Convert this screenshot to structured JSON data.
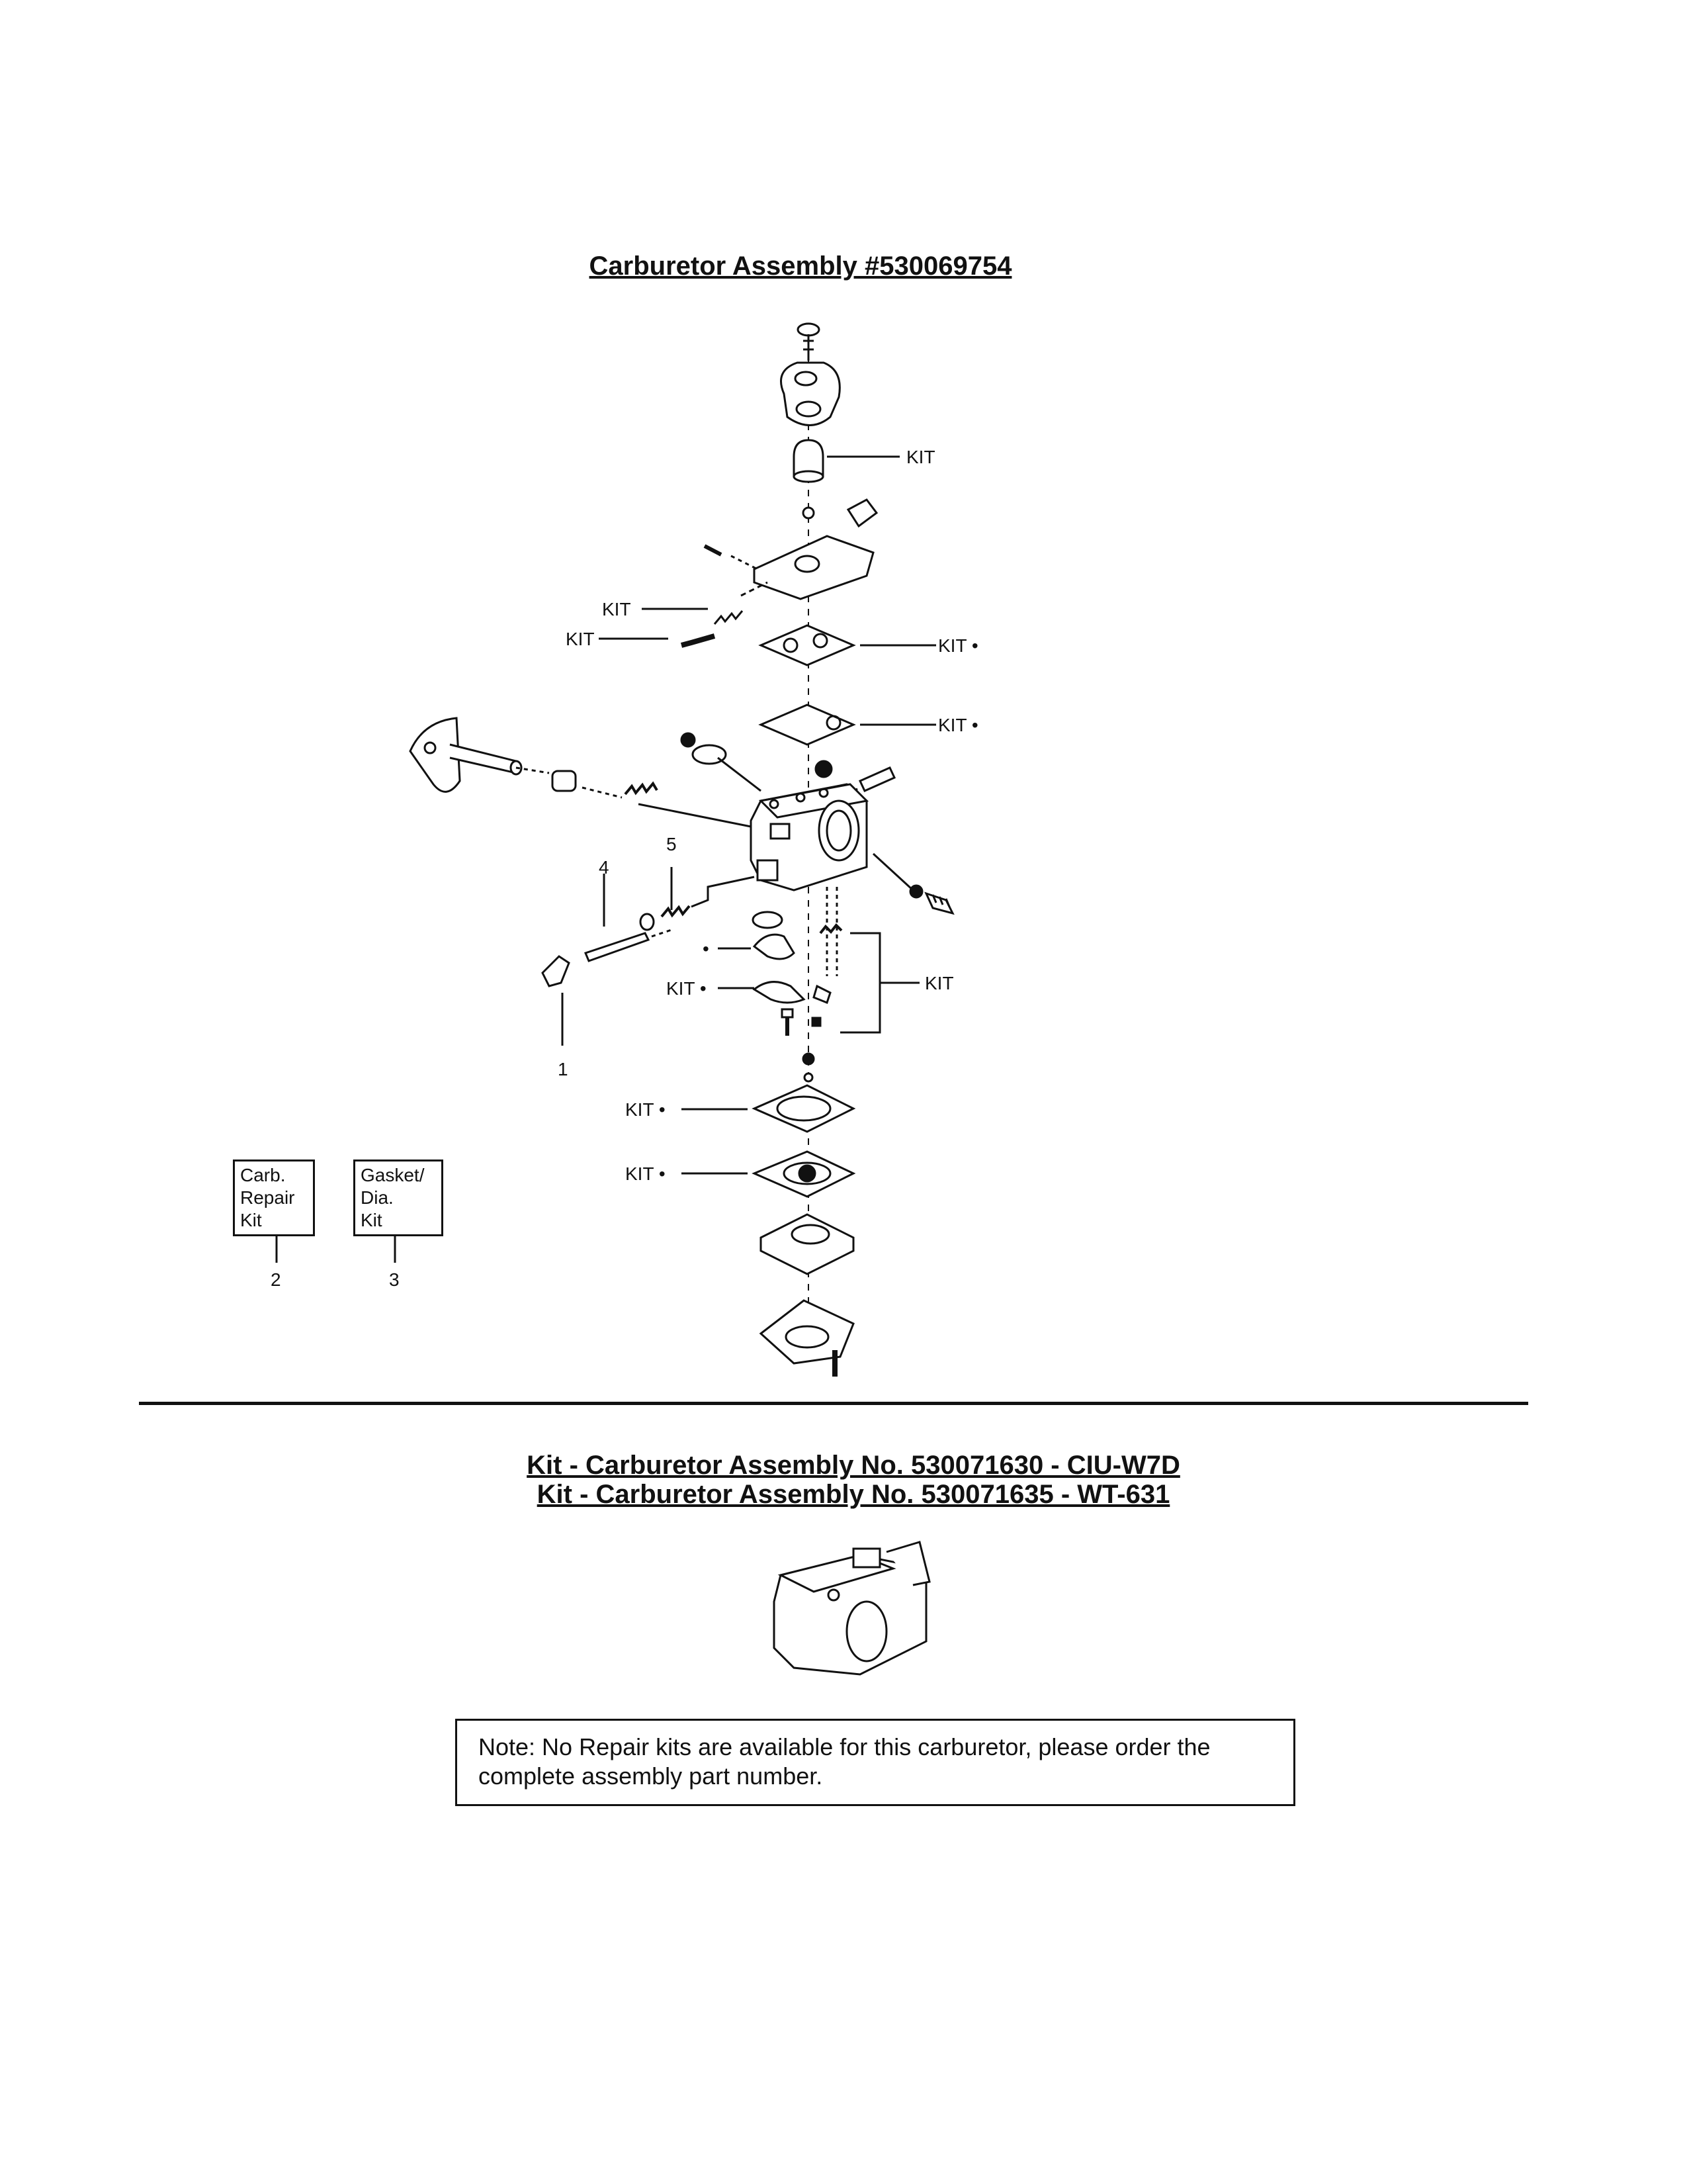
{
  "title": "Carburetor Assembly  #530069754",
  "labels": {
    "kit": "KIT",
    "kit_dot": "KIT •",
    "dot": "•"
  },
  "part_numbers": [
    "1",
    "2",
    "3",
    "4",
    "5"
  ],
  "kit_boxes": [
    {
      "lines": [
        "Carb.",
        "Repair",
        "Kit"
      ],
      "number": "2"
    },
    {
      "lines": [
        "Gasket/",
        "Dia.",
        "Kit"
      ],
      "number": "3"
    }
  ],
  "kit_assembly_titles": [
    "Kit - Carburetor Assembly No. 530071630 - CIU-W7D",
    "Kit - Carburetor Assembly No. 530071635 - WT-631"
  ],
  "note": "Note: No Repair kits are available for this carburetor, please order the complete assembly part number."
}
